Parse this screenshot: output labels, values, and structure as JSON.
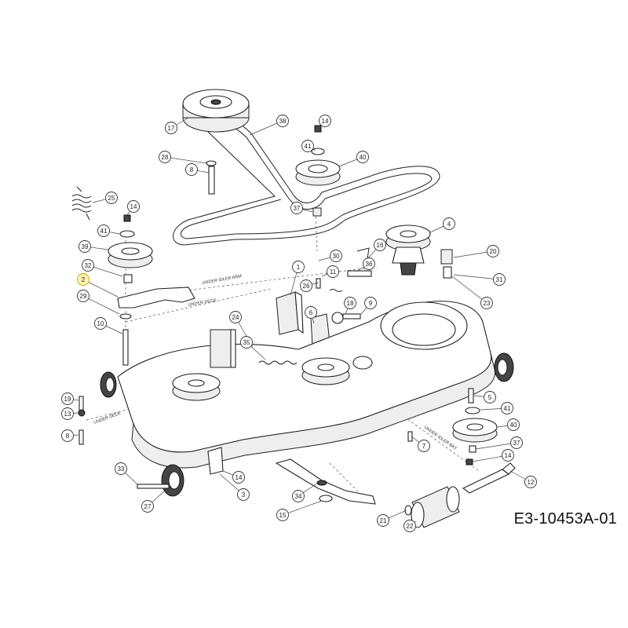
{
  "drawing_code": "E3-10453A-01",
  "highlight_color": "#f2d200",
  "notes": {
    "under_idler_arm": "UNDER IDLER ARM",
    "under_deck_top": "UNDER DECK",
    "under_deck_left": "UNDER DECK",
    "under_idler_bkt": "UNDER IDLER BKT"
  },
  "callouts": [
    {
      "label": "17"
    },
    {
      "label": "38"
    },
    {
      "label": "14"
    },
    {
      "label": "41"
    },
    {
      "label": "40"
    },
    {
      "label": "28"
    },
    {
      "label": "8"
    },
    {
      "label": "37"
    },
    {
      "label": "25"
    },
    {
      "label": "14"
    },
    {
      "label": "41"
    },
    {
      "label": "39"
    },
    {
      "label": "32"
    },
    {
      "label": "2",
      "highlight": true
    },
    {
      "label": "29"
    },
    {
      "label": "10"
    },
    {
      "label": "4"
    },
    {
      "label": "16"
    },
    {
      "label": "30"
    },
    {
      "label": "36"
    },
    {
      "label": "1"
    },
    {
      "label": "11"
    },
    {
      "label": "26"
    },
    {
      "label": "20"
    },
    {
      "label": "31"
    },
    {
      "label": "23"
    },
    {
      "label": "18"
    },
    {
      "label": "9"
    },
    {
      "label": "24"
    },
    {
      "label": "35"
    },
    {
      "label": "19"
    },
    {
      "label": "13"
    },
    {
      "label": "8"
    },
    {
      "label": "5"
    },
    {
      "label": "41"
    },
    {
      "label": "40"
    },
    {
      "label": "37"
    },
    {
      "label": "7"
    },
    {
      "label": "14"
    },
    {
      "label": "12"
    },
    {
      "label": "33"
    },
    {
      "label": "27"
    },
    {
      "label": "14"
    },
    {
      "label": "3"
    },
    {
      "label": "34"
    },
    {
      "label": "15"
    },
    {
      "label": "21"
    },
    {
      "label": "22"
    },
    {
      "label": "6"
    }
  ]
}
